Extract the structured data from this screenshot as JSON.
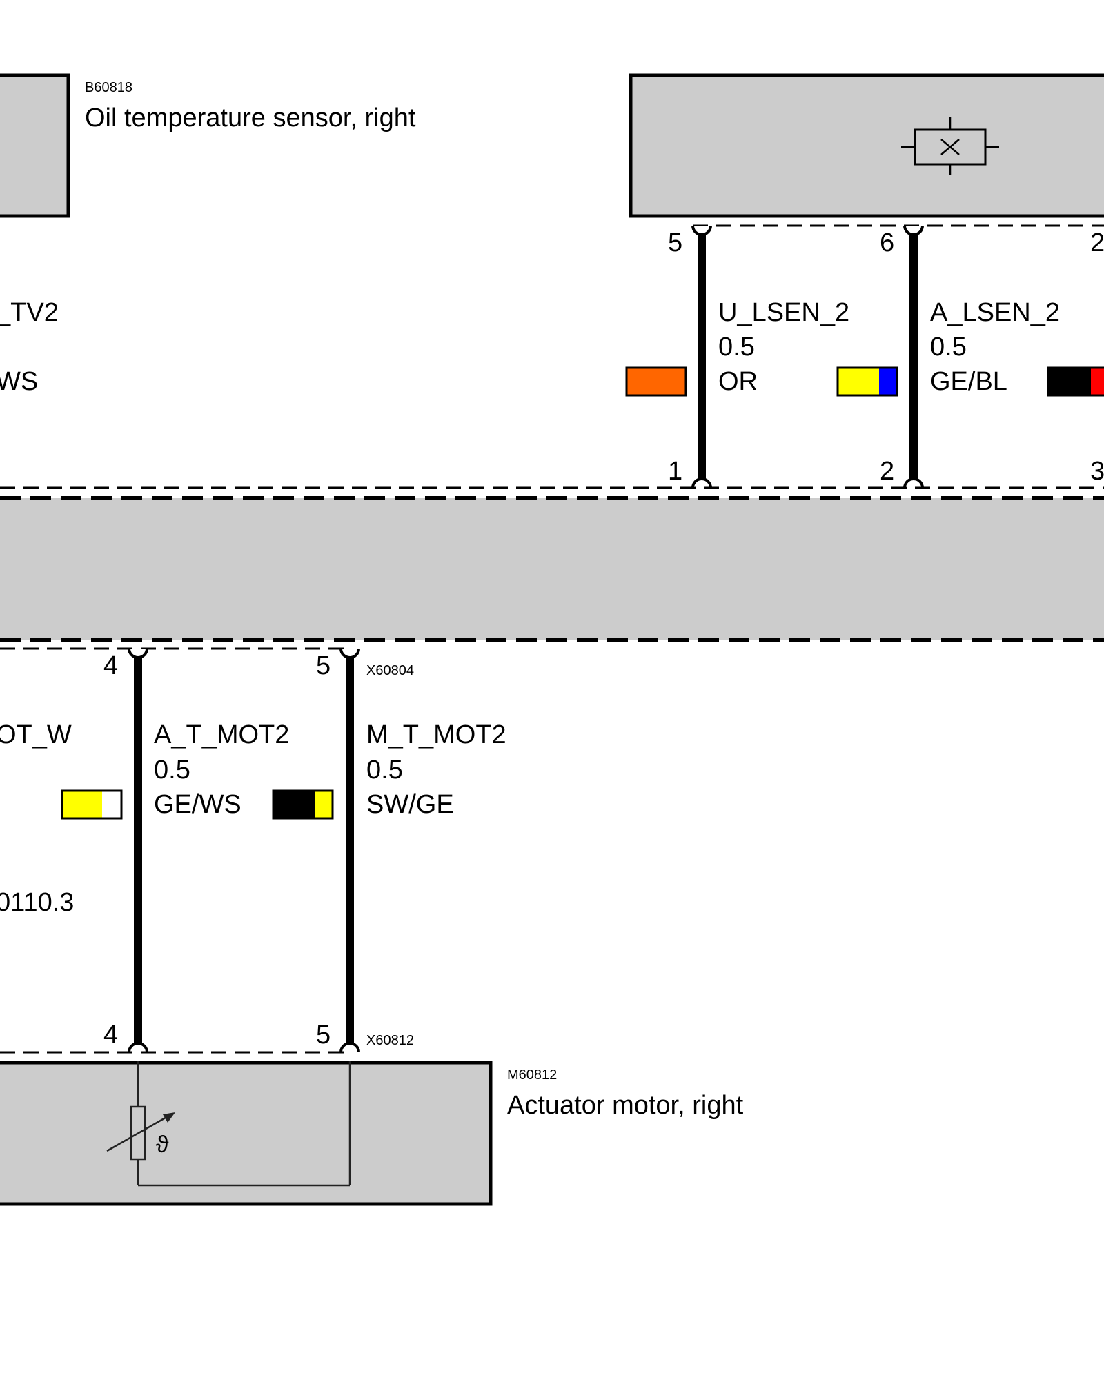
{
  "components": {
    "oil_sensor": {
      "id": "B60818",
      "name": "Oil temperature sensor, right"
    },
    "actuator": {
      "id": "M60812",
      "name": "Actuator motor, right"
    }
  },
  "connectors": {
    "upper_mid": "X60804",
    "lower_mid": "X60812"
  },
  "top_pins": {
    "p5": "5",
    "p6": "6",
    "p2r": "2"
  },
  "bottom_pins_upper": {
    "p1": "1",
    "p2": "2",
    "p3": "3"
  },
  "mid_pins": {
    "p4": "4",
    "p5": "5"
  },
  "low_pins": {
    "p4": "4",
    "p5": "5"
  },
  "left_partial": {
    "tv2": "_TV2",
    "ws": "WS",
    "ot_w": "OT_W",
    "ref": "0110.3"
  },
  "wires": {
    "u_lsen2": {
      "name": "U_LSEN_2",
      "gauge": "0.5",
      "color_code": "OR",
      "colors": [
        "#ff6600"
      ]
    },
    "a_lsen2": {
      "name": "A_LSEN_2",
      "gauge": "0.5",
      "color_code": "GE/BL",
      "colors": [
        "#ffff00",
        "#0000ff"
      ]
    },
    "right_partial": {
      "colors": [
        "#000000",
        "#ff0000"
      ]
    },
    "left_partial": {
      "colors": [
        "#ffff00",
        "#ffffff"
      ]
    },
    "a_t_mot2": {
      "name": "A_T_MOT2",
      "gauge": "0.5",
      "color_code": "GE/WS",
      "colors": [
        "#ffff00",
        "#ffffff"
      ]
    },
    "m_t_mot2": {
      "name": "M_T_MOT2",
      "gauge": "0.5",
      "color_code": "SW/GE",
      "colors": [
        "#000000",
        "#ffff00"
      ]
    }
  },
  "symbols": {
    "theta": "ϑ"
  }
}
